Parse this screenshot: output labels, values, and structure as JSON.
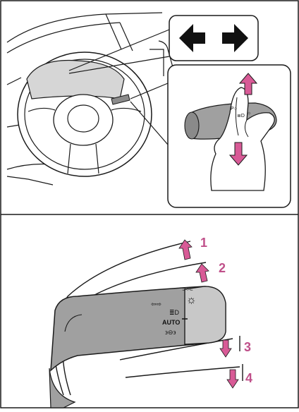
{
  "colors": {
    "accent": "#d85a96",
    "lever_fill": "#a0a0a0",
    "steering_shade": "#d6d6d6",
    "outline": "#1a1a1a"
  },
  "icons": {
    "top_callout": [
      "left-arrow-icon",
      "right-arrow-icon"
    ],
    "lever_symbols": [
      "turn-signal-icon",
      "headlight-icon",
      "parking-light-icon",
      "sun-icon",
      "high-beam-icon"
    ]
  },
  "lever": {
    "auto_label": "AUTO",
    "turn_symbol": "⇦⇨",
    "headlight_symbol": "≣D",
    "parking_symbol": "϶⊖϶",
    "sun_symbol": "☼"
  },
  "positions": [
    {
      "label": "1",
      "direction": "up"
    },
    {
      "label": "2",
      "direction": "up"
    },
    {
      "label": "3",
      "direction": "down"
    },
    {
      "label": "4",
      "direction": "down"
    }
  ]
}
